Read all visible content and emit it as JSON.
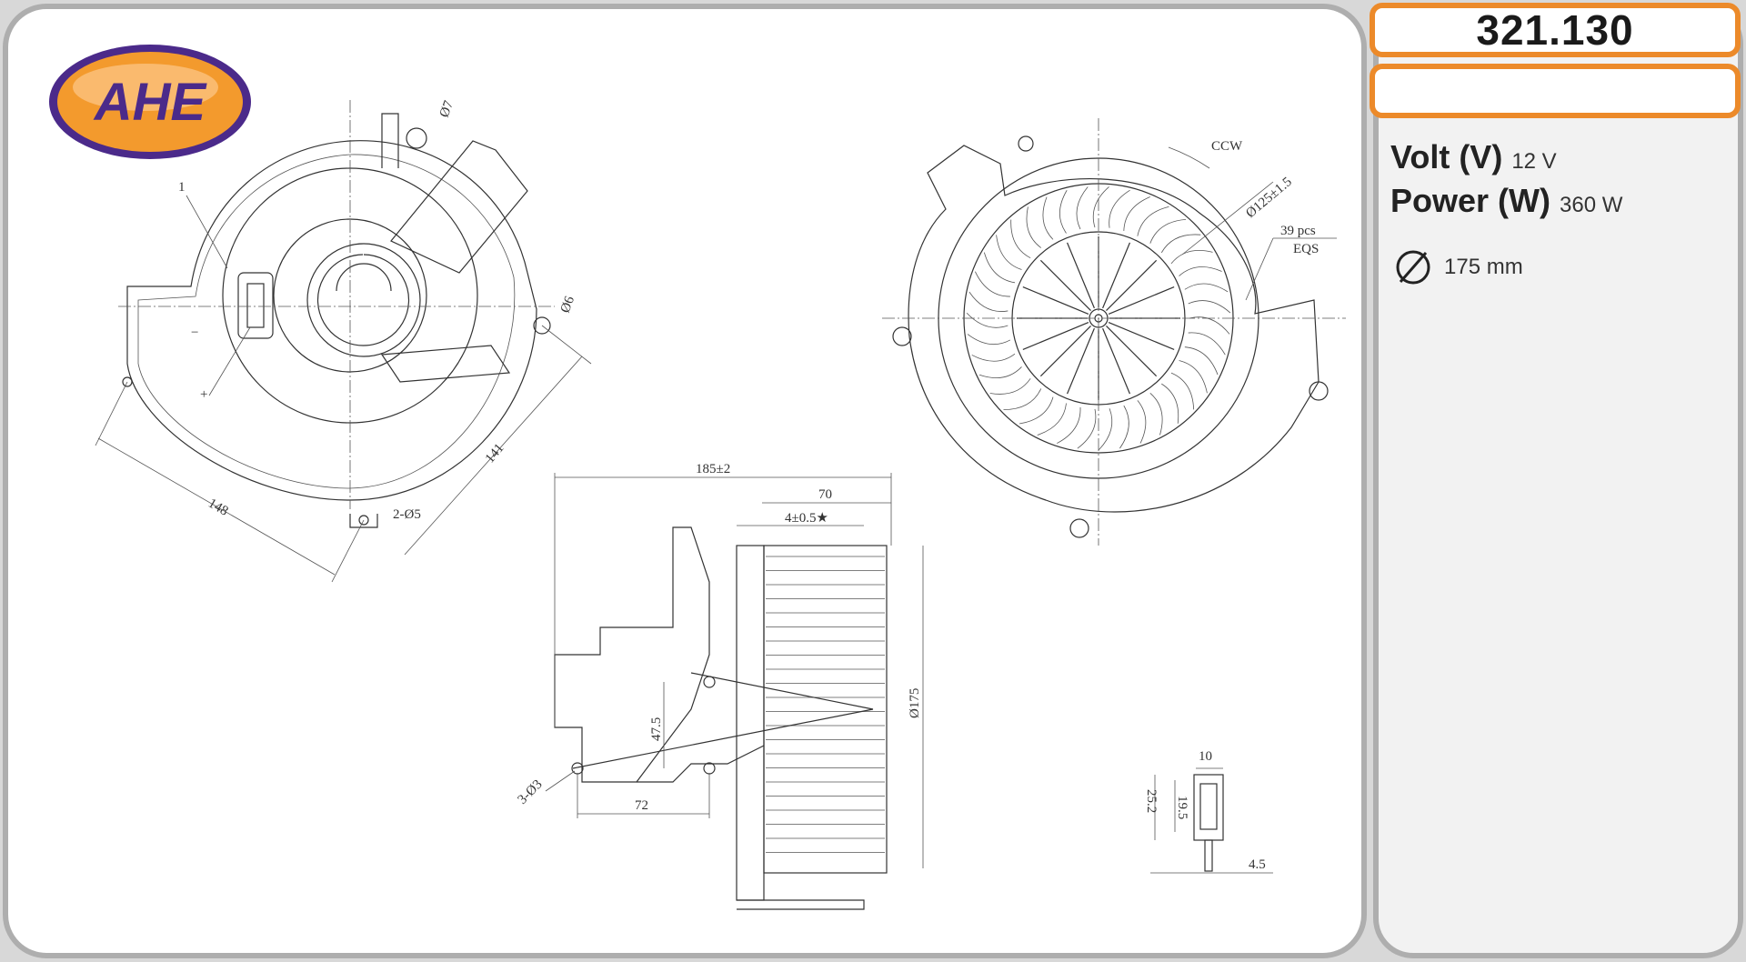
{
  "brand": {
    "logo_text": "AHE"
  },
  "product": {
    "code": "321.130"
  },
  "specs": {
    "volt_label": "Volt (V)",
    "volt_value": "12 V",
    "power_label": "Power (W)",
    "power_value": "360 W",
    "diameter_value": "175 mm"
  },
  "drawing": {
    "top_view": {
      "label_1": "1",
      "minus": "−",
      "plus": "+",
      "d7": "Ø7",
      "d6": "Ø6",
      "holes": "2-Ø5",
      "dim_148": "148",
      "dim_141": "141"
    },
    "front_view": {
      "rotation": "CCW",
      "fan_dia": "Ø125±1.5",
      "blades": "39 pcs",
      "eqs": "EQS"
    },
    "side_view": {
      "dim_185": "185±2",
      "dim_70": "70",
      "dim_4": "4±0.5★",
      "dim_175": "Ø175",
      "dim_47": "47.5",
      "holes": "3-Ø3",
      "dim_72": "72"
    },
    "connector": {
      "dim_10": "10",
      "dim_19": "19.5",
      "dim_25": "25.2",
      "dim_45": "4.5"
    }
  },
  "colors": {
    "accent": "#ec8a2a",
    "logo_purple": "#4b2a8a",
    "logo_orange": "#f39a2d",
    "panel_border": "#aeaeae"
  }
}
